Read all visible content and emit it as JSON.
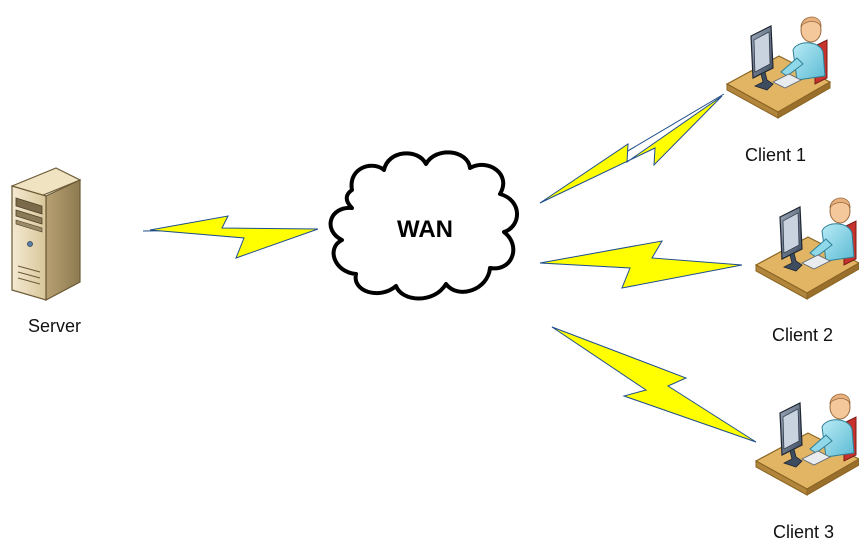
{
  "nodes": {
    "server": {
      "label": "Server",
      "icon": "server-tower-icon"
    },
    "wan": {
      "label": "WAN",
      "icon": "cloud-icon"
    },
    "client1": {
      "label": "Client 1",
      "icon": "workstation-user-icon"
    },
    "client2": {
      "label": "Client 2",
      "icon": "workstation-user-icon"
    },
    "client3": {
      "label": "Client 3",
      "icon": "workstation-user-icon"
    }
  },
  "links": [
    {
      "from": "Server",
      "to": "WAN",
      "style": "lightning"
    },
    {
      "from": "WAN",
      "to": "Client 1",
      "style": "lightning"
    },
    {
      "from": "WAN",
      "to": "Client 2",
      "style": "lightning"
    },
    {
      "from": "WAN",
      "to": "Client 3",
      "style": "lightning"
    }
  ],
  "colors": {
    "bolt_fill": "#ffff00",
    "bolt_outline": "#1f4e8c",
    "cloud_stroke": "#000000",
    "desk": "#e2b565",
    "person": "#7fd3e6"
  }
}
